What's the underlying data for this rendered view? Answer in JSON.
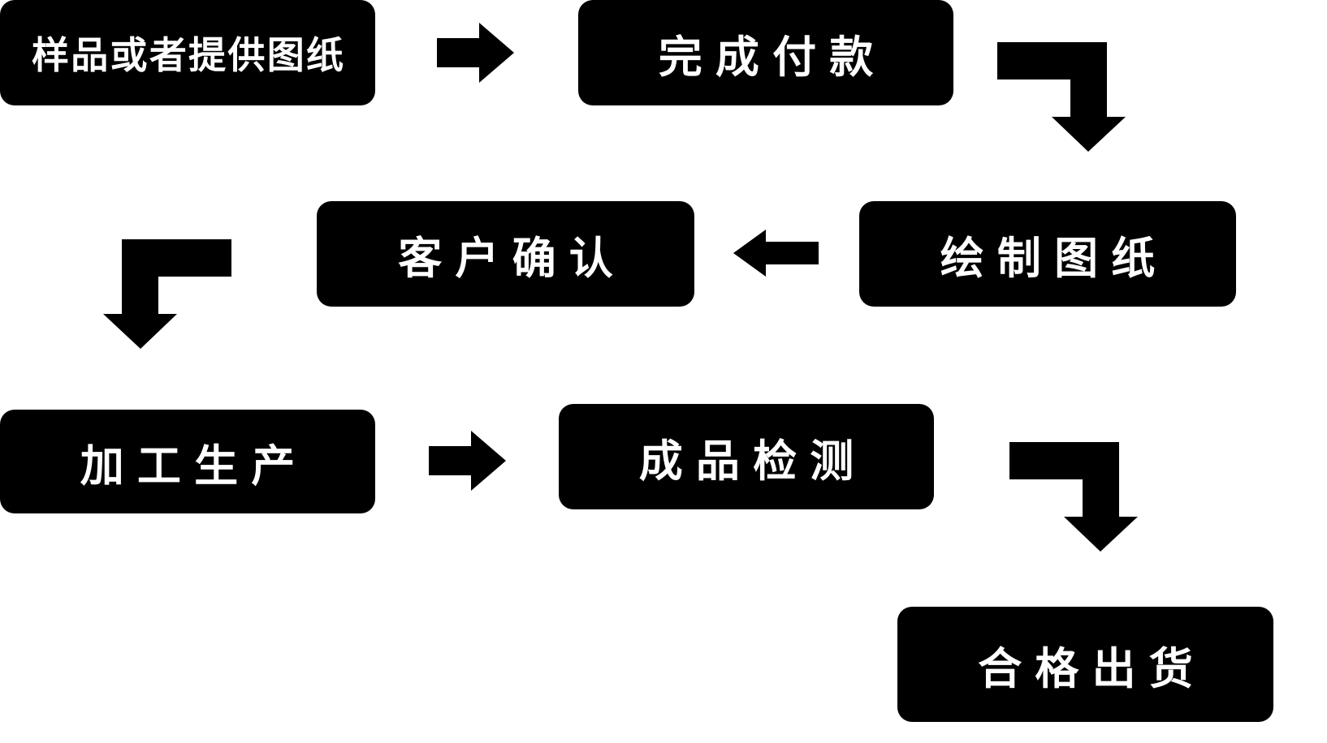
{
  "flowchart": {
    "title": "production-process-flowchart",
    "nodes": [
      {
        "id": "step1",
        "label": "样品或者提供图纸"
      },
      {
        "id": "step2",
        "label": "完成付款"
      },
      {
        "id": "step3",
        "label": "绘制图纸"
      },
      {
        "id": "step4",
        "label": "客户确认"
      },
      {
        "id": "step5",
        "label": "加工生产"
      },
      {
        "id": "step6",
        "label": "成品检测"
      },
      {
        "id": "step7",
        "label": "合格出货"
      }
    ],
    "connections": [
      {
        "from": "step1",
        "to": "step2",
        "direction": "right"
      },
      {
        "from": "step2",
        "to": "step3",
        "direction": "right-then-down"
      },
      {
        "from": "step3",
        "to": "step4",
        "direction": "left"
      },
      {
        "from": "step4",
        "to": "step5",
        "direction": "left-then-down"
      },
      {
        "from": "step5",
        "to": "step6",
        "direction": "right"
      },
      {
        "from": "step6",
        "to": "step7",
        "direction": "right-then-down"
      }
    ],
    "colors": {
      "node_bg": "#000000",
      "node_text": "#ffffff",
      "arrow": "#000000",
      "background": "#ffffff"
    }
  }
}
